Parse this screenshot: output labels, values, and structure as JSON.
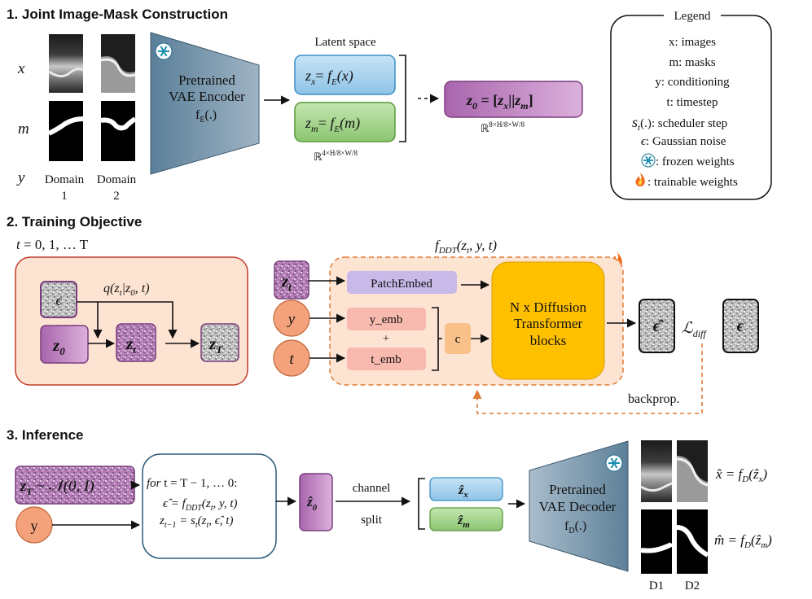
{
  "sections": {
    "s1": "1. Joint Image-Mask Construction",
    "s2": "2. Training Objective",
    "s3": "3. Inference"
  },
  "construction": {
    "row_labels": [
      "x",
      "m",
      "y"
    ],
    "domain1": [
      "Domain",
      "1"
    ],
    "domain2": [
      "Domain",
      "2"
    ],
    "encoder": [
      "Pretrained",
      "VAE Encoder",
      "f",
      "E",
      "(.)"
    ],
    "latent_title": "Latent space",
    "zx": [
      "z",
      "x",
      "= ",
      "f",
      "E",
      "(x)"
    ],
    "zm": [
      "z",
      "m",
      "= ",
      "f",
      "E",
      "(m)"
    ],
    "latent_dim": [
      "ℝ",
      "4×H/8×W/8"
    ],
    "z0": [
      "z",
      "0",
      " = [",
      "z",
      "x",
      "||",
      "z",
      "m",
      "]"
    ],
    "z0_dim": [
      "ℝ",
      "8×H/8×W/8"
    ]
  },
  "legend": {
    "title": "Legend",
    "items": [
      "x: images",
      "m: masks",
      "y: conditioning",
      "t: timestep",
      "(.): scheduler step",
      ": Gaussian noise",
      ": frozen weights",
      ": trainable weights"
    ],
    "sched_sym": [
      "s",
      "t"
    ],
    "eps_sym": "ϵ"
  },
  "training": {
    "tlabel": [
      "t",
      " = 0, 1, … T"
    ],
    "q": [
      "q(z",
      "t",
      "|z",
      "0",
      ", t)"
    ],
    "eps": "ϵ",
    "z0": [
      "z",
      "0"
    ],
    "zt": [
      "z",
      "t"
    ],
    "zT": [
      "z",
      "T"
    ],
    "fddt": [
      "f",
      "DDT",
      "(z",
      "t",
      ", y, t)"
    ],
    "inputs": {
      "zt": [
        "z",
        "t"
      ],
      "y": "y",
      "t": "t"
    },
    "patch_embed": "PatchEmbed",
    "y_emb": "y_emb",
    "plus": "+",
    "t_emb": "t_emb",
    "concat": "c",
    "dit": [
      "N x Diffusion",
      "Transformer",
      "blocks"
    ],
    "eps_hat": "ϵ̂",
    "loss": [
      "ℒ",
      "diff"
    ],
    "eps_true": "ϵ",
    "backprop": "backprop."
  },
  "inference": {
    "zT": [
      "z",
      "T",
      " ~ 𝒩(0, I)"
    ],
    "y": "y",
    "loop": [
      "for",
      " t = T − 1, … 0:"
    ],
    "eq1": [
      "ϵ̂",
      " = f",
      "DDT",
      "(z",
      "t",
      ", y, t)"
    ],
    "eq2": [
      "z",
      "t−1",
      " = s",
      "t",
      "(z",
      "t",
      ", ϵ̂, t)"
    ],
    "z0hat": [
      "ẑ",
      "0"
    ],
    "channel": "channel",
    "split": "split",
    "zx_hat": [
      "ẑ",
      "x"
    ],
    "zm_hat": [
      "ẑ",
      "m"
    ],
    "decoder": [
      "Pretrained",
      "VAE Decoder",
      "f",
      "D",
      "(.)"
    ],
    "xhat": [
      "x̂",
      " = f",
      "D",
      "(ẑ",
      "x",
      ")"
    ],
    "mhat": [
      "m̂",
      " = f",
      "D",
      "(ẑ",
      "m",
      ")"
    ],
    "d1": "D1",
    "d2": "D2"
  },
  "colors": {
    "encoder": "#7390a6",
    "latent_blue": "#a9d3ee",
    "latent_green": "#a6d58f",
    "z0_purple": "#c38bc4",
    "training_bg": "#fde3d2",
    "training_border": "#c23b2a",
    "circle": "#f3a27c",
    "patch_embed": "#c8b9e8",
    "emb_pink": "#f8b9ae",
    "concat": "#f9c18a",
    "dit": "#ffc000",
    "dashed": "#e07b36",
    "inference_border": "#2b5d7a"
  }
}
